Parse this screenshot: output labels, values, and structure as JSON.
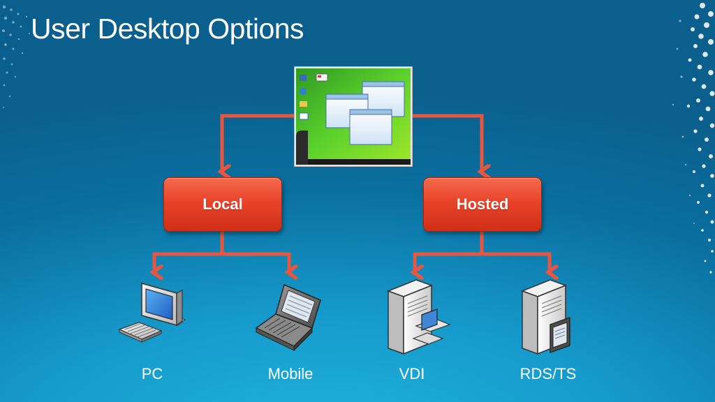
{
  "slide": {
    "title": "User Desktop Options"
  },
  "nodes": {
    "local": {
      "label": "Local"
    },
    "hosted": {
      "label": "Hosted"
    }
  },
  "devices": [
    {
      "label": "PC",
      "icon": "desktop-pc-icon"
    },
    {
      "label": "Mobile",
      "icon": "laptop-icon"
    },
    {
      "label": "VDI",
      "icon": "server-with-pc-icon"
    },
    {
      "label": "RDS/TS",
      "icon": "server-with-terminal-icon"
    }
  ],
  "colors": {
    "background": "#0b6fa0",
    "box": "#e8432a",
    "connector": "#e8563f",
    "desktop_green": "#5bd12c"
  }
}
